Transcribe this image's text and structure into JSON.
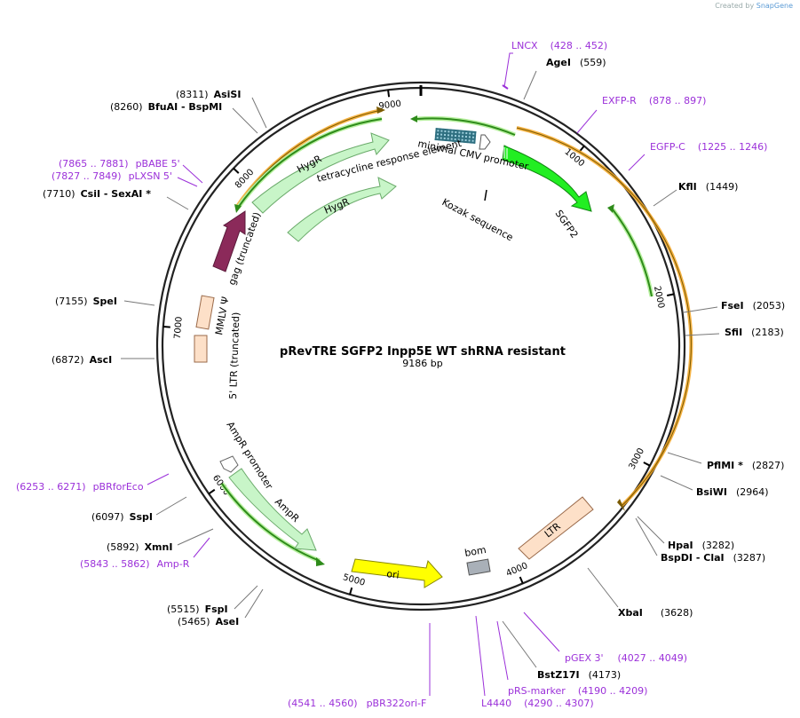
{
  "credit": {
    "created_by": "Created by",
    "brand": "SnapGene"
  },
  "plasmid": {
    "name": "pRevTRE SGFP2 Inpp5E WT shRNA resistant",
    "length_label": "9186 bp",
    "length": 9186
  },
  "ticks": [
    {
      "pos": 1000,
      "label": "1000"
    },
    {
      "pos": 2000,
      "label": "2000"
    },
    {
      "pos": 3000,
      "label": "3000"
    },
    {
      "pos": 4000,
      "label": "4000"
    },
    {
      "pos": 5000,
      "label": "5000"
    },
    {
      "pos": 6000,
      "label": "6000"
    },
    {
      "pos": 7000,
      "label": "7000"
    },
    {
      "pos": 8000,
      "label": "8000"
    },
    {
      "pos": 9000,
      "label": "9000"
    }
  ],
  "enzymes": [
    {
      "name": "AgeI",
      "coord": "(559)",
      "pos": 559
    },
    {
      "name": "KflI",
      "coord": "(1449)",
      "pos": 1449
    },
    {
      "name": "FseI",
      "coord": "(2053)",
      "pos": 2053
    },
    {
      "name": "SfiI",
      "coord": "(2183)",
      "pos": 2183
    },
    {
      "name": "PflMI *",
      "coord": "(2827)",
      "pos": 2827
    },
    {
      "name": "BsiWI",
      "coord": "(2964)",
      "pos": 2964
    },
    {
      "name": "HpaI",
      "coord": "(3282)",
      "pos": 3282
    },
    {
      "name": "BspDI  - ClaI",
      "coord": "(3287)",
      "pos": 3287
    },
    {
      "name": "XbaI",
      "coord": "(3628)",
      "pos": 3628
    },
    {
      "name": "BstZ17I",
      "coord": "(4173)",
      "pos": 4173
    },
    {
      "name": "AseI",
      "coord": "(5465)",
      "pos": 5465
    },
    {
      "name": "FspI",
      "coord": "(5515)",
      "pos": 5515
    },
    {
      "name": "XmnI",
      "coord": "(5892)",
      "pos": 5892
    },
    {
      "name": "SspI",
      "coord": "(6097)",
      "pos": 6097
    },
    {
      "name": "AscI",
      "coord": "(6872)",
      "pos": 6872
    },
    {
      "name": "SpeI",
      "coord": "(7155)",
      "pos": 7155
    },
    {
      "name": "CsiI  - SexAI *",
      "coord": "(7710)",
      "pos": 7710
    },
    {
      "name": "BfuAI  - BspMI",
      "coord": "(8260)",
      "pos": 8260
    },
    {
      "name": "AsiSI",
      "coord": "(8311)",
      "pos": 8311
    }
  ],
  "primers": [
    {
      "name": "LNCX",
      "coord": "(428 .. 452)"
    },
    {
      "name": "EXFP-R",
      "coord": "(878 .. 897)"
    },
    {
      "name": "EGFP-C",
      "coord": "(1225 .. 1246)"
    },
    {
      "name": "pGEX 3'",
      "coord": "(4027 .. 4049)"
    },
    {
      "name": "pRS-marker",
      "coord": "(4190 .. 4209)"
    },
    {
      "name": "L4440",
      "coord": "(4290 .. 4307)"
    },
    {
      "name": "pBR322ori-F",
      "coord": "(4541 .. 4560)"
    },
    {
      "name": "Amp-R",
      "coord": "(5843 .. 5862)"
    },
    {
      "name": "pBRforEco",
      "coord": "(6253 .. 6271)"
    },
    {
      "name": "pLXSN 5'",
      "coord": "(7827 .. 7849)"
    },
    {
      "name": "pBABE 5'",
      "coord": "(7865 .. 7881)"
    }
  ],
  "features": [
    {
      "name": "SGFP2",
      "color": "#22ee22"
    },
    {
      "name": "tetracycline response element",
      "color": "#3a7a8a"
    },
    {
      "name": "minimal CMV promoter",
      "color": "#ffffff"
    },
    {
      "name": "Kozak sequence",
      "color": "#000000"
    },
    {
      "name": "HygR",
      "color": "#c8f5c8"
    },
    {
      "name": "HygR",
      "color": "#c8f5c8"
    },
    {
      "name": "gag (truncated)",
      "color": "#8b2a5a"
    },
    {
      "name": "MMLV Ψ",
      "color": "#fde0c8"
    },
    {
      "name": "5' LTR (truncated)",
      "color": "#fde0c8"
    },
    {
      "name": "AmpR promoter",
      "color": "#ffffff"
    },
    {
      "name": "AmpR",
      "color": "#c8f5c8"
    },
    {
      "name": "ori",
      "color": "#ffff00"
    },
    {
      "name": "bom",
      "color": "#a9b0b8"
    },
    {
      "name": "LTR",
      "color": "#fde0c8"
    }
  ],
  "colors": {
    "primer": "#9b30d9",
    "orange_arc": "#f5a623",
    "green_arc": "#2e8b1a"
  }
}
